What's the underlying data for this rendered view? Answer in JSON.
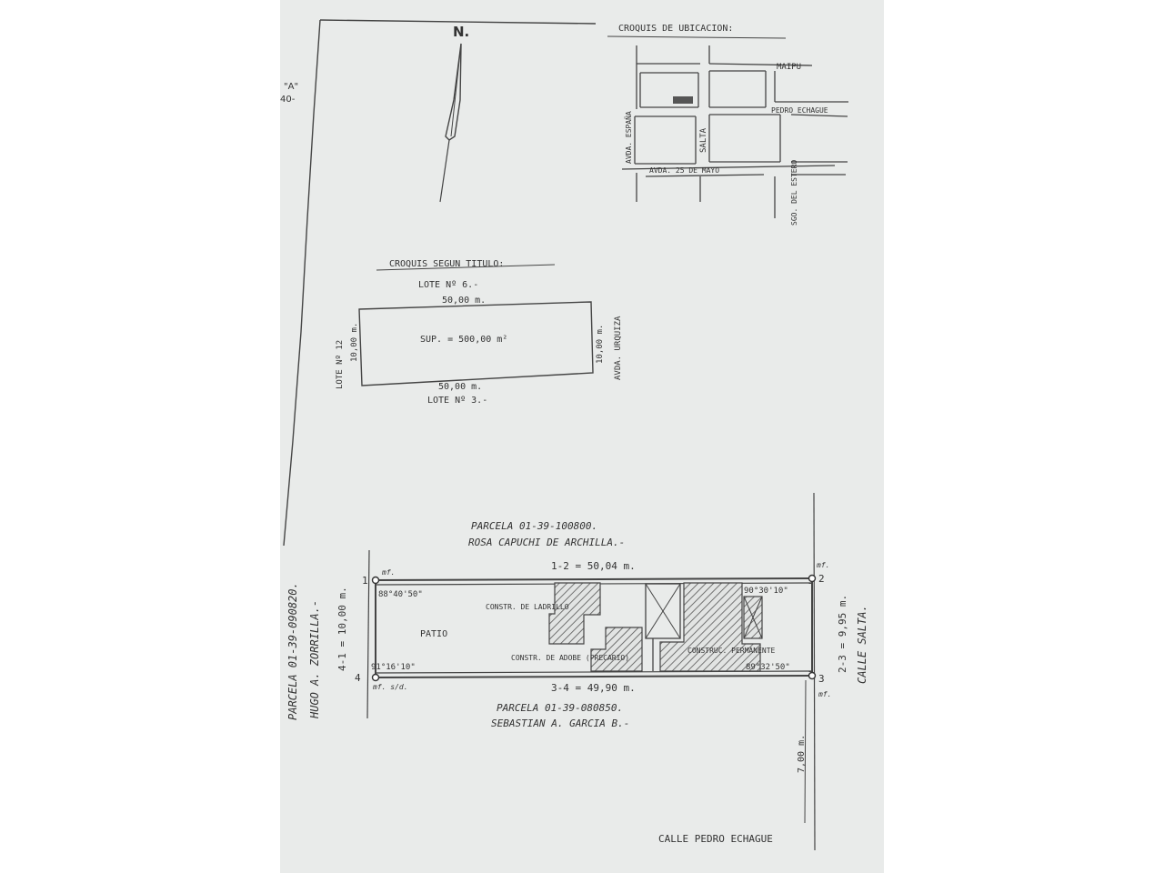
{
  "north": "N.",
  "left_margin": {
    "mark1": "\"A\"",
    "mark2": "40-"
  },
  "location_sketch": {
    "title": "CROQUIS DE UBICACION:",
    "streets": {
      "maipu": "MAIPU",
      "pedro_echague": "PEDRO ECHAGUE",
      "avda_espana": "AVDA. ESPAÑA",
      "salta": "SALTA",
      "avda_25_mayo": "AVDA. 25 DE MAYO",
      "santiago_del_estero": "SGO. DEL ESTERO"
    }
  },
  "title_sketch": {
    "title": "CROQUIS SEGUN TITULO:",
    "lote_top": "LOTE Nº 6.-",
    "dim_top": "50,00 m.",
    "area": "SUP. = 500,00 m²",
    "dim_left": "10,00 m.",
    "lote_left": "LOTE Nº 12",
    "dim_right": "10,00 m.",
    "street_right": "AVDA. URQUIZA",
    "dim_bottom": "50,00 m.",
    "lote_bottom": "LOTE Nº 3.-"
  },
  "survey": {
    "north_parcel": "PARCELA 01-39-100800.",
    "north_owner": "ROSA CAPUCHI DE ARCHILLA.-",
    "side_1_2": "1-2 = 50,04 m.",
    "point1": "1",
    "point2": "2",
    "point3": "3",
    "point4": "4",
    "mark1": "mf.",
    "mark2": "mf.",
    "mark3": "mf.",
    "mark4": "mf. s/d.",
    "angle1": "88°40'50\"",
    "angle2": "90°30'10\"",
    "angle3": "89°32'50\"",
    "angle4": "91°16'10\"",
    "patio": "PATIO",
    "constr_ladrillo": "CONSTR. DE LADRILLO",
    "constr_adobe": "CONSTR. DE ADOBE (PRECARIO)",
    "constr_permanente": "CONSTRUC. PERMANENTE",
    "side_3_4": "3-4 = 49,90 m.",
    "south_parcel": "PARCELA 01-39-080850.",
    "south_owner": "SEBASTIAN A. GARCIA B.-",
    "west_parcel": "PARCELA 01-39-090820.",
    "west_owner": "HUGO A. ZORRILLA.-",
    "side_4_1": "4-1 = 10,00 m.",
    "side_2_3": "2-3 = 9,95 m.",
    "east_street": "CALLE SALTA.",
    "corner_dist": "7,00 m.",
    "bottom_street": "CALLE PEDRO ECHAGUE"
  }
}
